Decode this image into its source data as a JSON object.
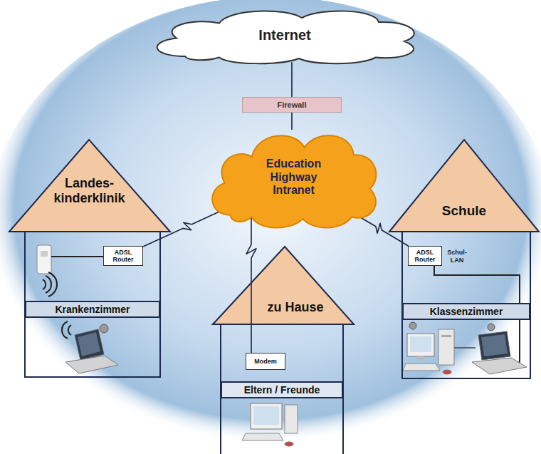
{
  "diagram": {
    "nodes": [
      {
        "text": [
          "Internet"
        ]
      },
      {
        "text": [
          "Firewall"
        ]
      },
      {
        "text": [
          "Education Highway Intranet"
        ]
      },
      {
        "text": [
          "Landes- kinderklinik"
        ]
      },
      {
        "text": [
          "ADSL Router"
        ],
        "in": 3
      },
      {
        "text": [
          "Krankenzimmer"
        ],
        "in": 3
      },
      {
        "text": [
          "Schule"
        ]
      },
      {
        "text": [
          "ADSL Router"
        ],
        "in": 6
      },
      {
        "text": [
          "Klassenzimmer"
        ],
        "in": 6
      },
      {
        "text": [
          "zu Hause"
        ]
      },
      {
        "text": [
          "Modem"
        ],
        "in": 9
      },
      {
        "text": [
          "Eltern / Freunde"
        ],
        "in": 9
      }
    ],
    "edges": [
      {
        "from": 0,
        "to": 1,
        "arrow": "none"
      },
      {
        "from": 1,
        "to": 2,
        "arrow": "none"
      },
      {
        "from": 2,
        "to": 4,
        "arrow": "none"
      },
      {
        "from": 2,
        "to": 10,
        "arrow": "none"
      },
      {
        "from": 2,
        "to": 7,
        "arrow": "none"
      }
    ],
    "labels": [
      "Schul-LAN"
    ]
  }
}
